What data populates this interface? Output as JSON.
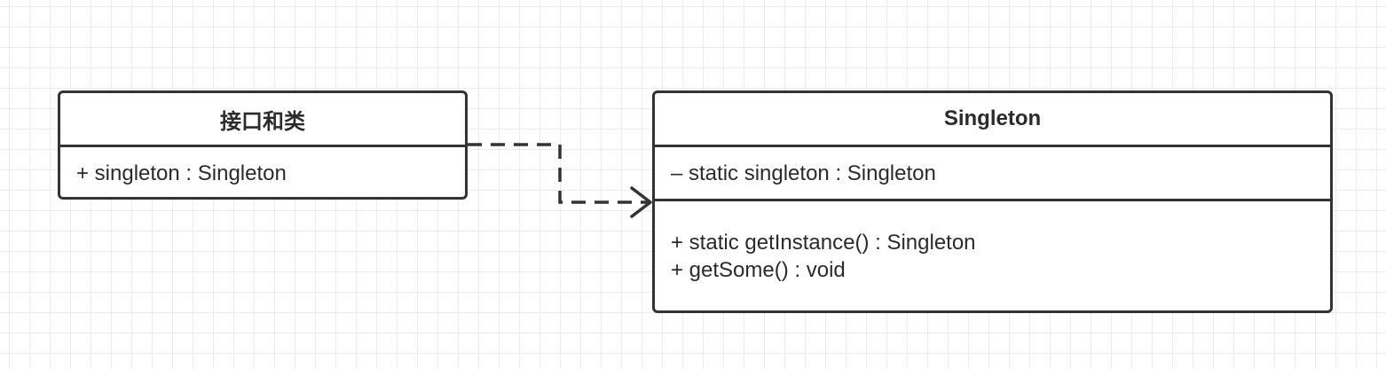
{
  "diagram": {
    "type": "uml-class-diagram",
    "classes": [
      {
        "id": "class-a",
        "name": "接口和类",
        "attributes": [
          "+ singleton : Singleton"
        ],
        "operations": []
      },
      {
        "id": "class-b",
        "name": "Singleton",
        "attributes": [
          "– static singleton : Singleton"
        ],
        "operations": [
          "+ static getInstance() : Singleton",
          "+ getSome() : void"
        ]
      }
    ],
    "relations": [
      {
        "from": "接口和类",
        "to": "Singleton",
        "kind": "dependency",
        "style": "dashed",
        "arrowhead": "open"
      }
    ]
  },
  "colors": {
    "stroke": "#333333",
    "grid": "#ececec",
    "background": "#ffffff"
  }
}
